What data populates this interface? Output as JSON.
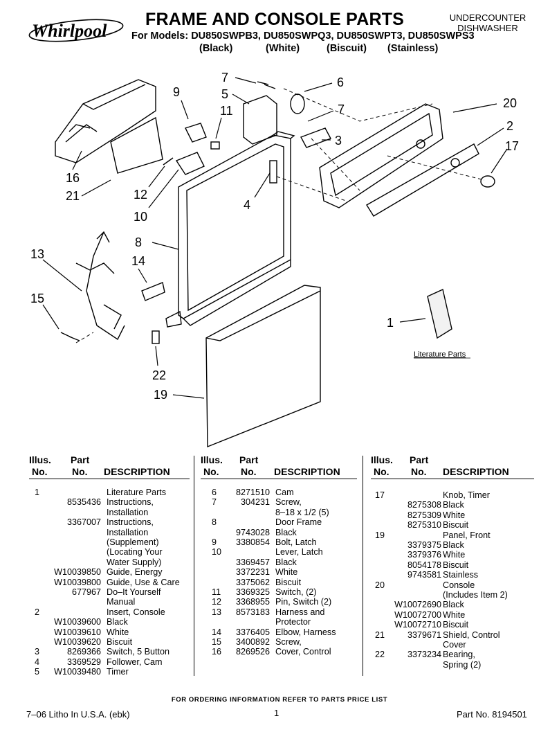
{
  "header": {
    "brand": "Whirlpool",
    "title": "FRAME AND CONSOLE PARTS",
    "models": "For Models: DU850SWPB3, DU850SWPQ3, DU850SWPT3, DU850SWPS3",
    "colors": [
      "(Black)",
      "(White)",
      "(Biscuit)",
      "(Stainless)"
    ],
    "unit_type_1": "UNDERCOUNTER",
    "unit_type_2": "DISHWASHER"
  },
  "diagram": {
    "callouts": [
      "7",
      "6",
      "5",
      "9",
      "11",
      "7",
      "3",
      "20",
      "2",
      "17",
      "16",
      "21",
      "12",
      "10",
      "4",
      "8",
      "13",
      "14",
      "15",
      "1",
      "22",
      "19"
    ],
    "literature_label": "Literature Parts"
  },
  "columns": [
    {
      "h_illus": "Illus.",
      "h_no": "No.",
      "h_part": "Part",
      "h_pno": "No.",
      "h_desc": "DESCRIPTION",
      "rows": [
        {
          "n": "1",
          "p": "",
          "d": "Literature Parts"
        },
        {
          "n": "",
          "p": "8535436",
          "d": "Instructions,"
        },
        {
          "n": "",
          "p": "",
          "d": "Installation"
        },
        {
          "n": "",
          "p": "3367007",
          "d": "Instructions,"
        },
        {
          "n": "",
          "p": "",
          "d": "Installation"
        },
        {
          "n": "",
          "p": "",
          "d": "(Supplement)"
        },
        {
          "n": "",
          "p": "",
          "d": "(Locating Your"
        },
        {
          "n": "",
          "p": "",
          "d": "Water Supply)"
        },
        {
          "n": "",
          "p": "W10039850",
          "d": "Guide, Energy"
        },
        {
          "n": "",
          "p": "W10039800",
          "d": "Guide, Use & Care"
        },
        {
          "n": "",
          "p": "677967",
          "d": "Do–It Yourself"
        },
        {
          "n": "",
          "p": "",
          "d": "Manual"
        },
        {
          "n": "2",
          "p": "",
          "d": "Insert, Console"
        },
        {
          "n": "",
          "p": "W10039600",
          "d": "Black"
        },
        {
          "n": "",
          "p": "W10039610",
          "d": "White"
        },
        {
          "n": "",
          "p": "W10039620",
          "d": "Biscuit"
        },
        {
          "n": "3",
          "p": "8269366",
          "d": "Switch, 5 Button"
        },
        {
          "n": "4",
          "p": "3369529",
          "d": "Follower, Cam"
        },
        {
          "n": "5",
          "p": "W10039480",
          "d": "Timer"
        }
      ]
    },
    {
      "h_illus": "Illus.",
      "h_no": "No.",
      "h_part": "Part",
      "h_pno": "No.",
      "h_desc": "DESCRIPTION",
      "rows": [
        {
          "n": "6",
          "p": "8271510",
          "d": "Cam"
        },
        {
          "n": "7",
          "p": "304231",
          "d": "Screw,"
        },
        {
          "n": "",
          "p": "",
          "d": "8–18 x 1/2 (5)"
        },
        {
          "n": "8",
          "p": "",
          "d": "Door Frame"
        },
        {
          "n": "",
          "p": "9743028",
          "d": "Black"
        },
        {
          "n": "9",
          "p": "3380854",
          "d": "Bolt, Latch"
        },
        {
          "n": "10",
          "p": "",
          "d": "Lever, Latch"
        },
        {
          "n": "",
          "p": "3369457",
          "d": "Black"
        },
        {
          "n": "",
          "p": "3372231",
          "d": "White"
        },
        {
          "n": "",
          "p": "3375062",
          "d": "Biscuit"
        },
        {
          "n": "11",
          "p": "3369325",
          "d": "Switch, (2)"
        },
        {
          "n": "12",
          "p": "3368955",
          "d": "Pin, Switch (2)"
        },
        {
          "n": "13",
          "p": "8573183",
          "d": "Harness and"
        },
        {
          "n": "",
          "p": "",
          "d": "Protector"
        },
        {
          "n": "14",
          "p": "3376405",
          "d": "Elbow, Harness"
        },
        {
          "n": "15",
          "p": "3400892",
          "d": "Screw,"
        },
        {
          "n": "16",
          "p": "8269526",
          "d": "Cover, Control"
        }
      ]
    },
    {
      "h_illus": "Illus.",
      "h_no": "No.",
      "h_part": "Part",
      "h_pno": "No.",
      "h_desc": "DESCRIPTION",
      "rows": [
        {
          "n": "17",
          "p": "",
          "d": "Knob, Timer"
        },
        {
          "n": "",
          "p": "8275308",
          "d": "Black"
        },
        {
          "n": "",
          "p": "8275309",
          "d": "White"
        },
        {
          "n": "",
          "p": "8275310",
          "d": "Biscuit"
        },
        {
          "n": "19",
          "p": "",
          "d": "Panel, Front"
        },
        {
          "n": "",
          "p": "3379375",
          "d": "Black"
        },
        {
          "n": "",
          "p": "3379376",
          "d": "White"
        },
        {
          "n": "",
          "p": "8054178",
          "d": "Biscuit"
        },
        {
          "n": "",
          "p": "9743581",
          "d": "Stainless"
        },
        {
          "n": "20",
          "p": "",
          "d": "Console"
        },
        {
          "n": "",
          "p": "",
          "d": "(Includes Item 2)"
        },
        {
          "n": "",
          "p": "W10072690",
          "d": "Black"
        },
        {
          "n": "",
          "p": "W10072700",
          "d": "White"
        },
        {
          "n": "",
          "p": "W10072710",
          "d": "Biscuit"
        },
        {
          "n": "21",
          "p": "3379671",
          "d": "Shield, Control"
        },
        {
          "n": "",
          "p": "",
          "d": "Cover"
        },
        {
          "n": "22",
          "p": "3373234",
          "d": "Bearing,"
        },
        {
          "n": "",
          "p": "",
          "d": "Spring (2)"
        }
      ]
    }
  ],
  "footer": {
    "order_note": "FOR ORDERING INFORMATION REFER TO PARTS PRICE LIST",
    "litho": "7–06 Litho In U.S.A. (ebk)",
    "page": "1",
    "part_no": "Part No. 8194501"
  }
}
